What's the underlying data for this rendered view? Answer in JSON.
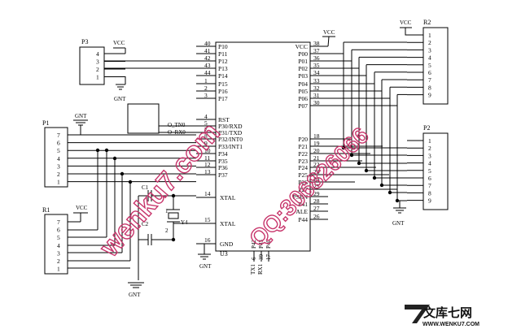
{
  "chip": {
    "ref": "U3",
    "left_pins": [
      {
        "num": "40",
        "name": "P10"
      },
      {
        "num": "41",
        "name": "P11"
      },
      {
        "num": "42",
        "name": "P12"
      },
      {
        "num": "43",
        "name": "P13"
      },
      {
        "num": "44",
        "name": "P14"
      },
      {
        "num": "1",
        "name": "P15"
      },
      {
        "num": "2",
        "name": "P16"
      },
      {
        "num": "3",
        "name": "P17"
      },
      {
        "num": "4",
        "name": "RST"
      },
      {
        "num": "5",
        "name": "P30/RXD"
      },
      {
        "num": "7",
        "name": "P31/TXD"
      },
      {
        "num": "8",
        "name": "P32/INT0"
      },
      {
        "num": "9",
        "name": "P33/INT1"
      },
      {
        "num": "10",
        "name": "P34"
      },
      {
        "num": "11",
        "name": "P35"
      },
      {
        "num": "12",
        "name": "P36"
      },
      {
        "num": "13",
        "name": "P37"
      }
    ],
    "xtal": [
      {
        "num": "14",
        "name": "XTAL"
      },
      {
        "num": "15",
        "name": "XTAL"
      },
      {
        "num": "16",
        "name": "GND"
      }
    ],
    "right_pins": [
      {
        "num": "38",
        "name": "VCC"
      },
      {
        "num": "37",
        "name": "P00"
      },
      {
        "num": "36",
        "name": "P01"
      },
      {
        "num": "35",
        "name": "P02"
      },
      {
        "num": "34",
        "name": "P03"
      },
      {
        "num": "33",
        "name": "P04"
      },
      {
        "num": "32",
        "name": "P05"
      },
      {
        "num": "31",
        "name": "P06"
      },
      {
        "num": "30",
        "name": "P07"
      },
      {
        "num": "18",
        "name": "P20"
      },
      {
        "num": "19",
        "name": "P21"
      },
      {
        "num": "20",
        "name": "P22"
      },
      {
        "num": "21",
        "name": "P23"
      },
      {
        "num": "22",
        "name": "P24"
      },
      {
        "num": "23",
        "name": "P25"
      },
      {
        "num": "24",
        "name": "P26"
      },
      {
        "num": "25",
        "name": "P27"
      },
      {
        "num": "29",
        "name": "PSEN"
      },
      {
        "num": "28",
        "name": "P41"
      },
      {
        "num": "27",
        "name": "ALE"
      },
      {
        "num": "26",
        "name": "P44"
      }
    ],
    "bottom": [
      {
        "num": "6",
        "name": "P42"
      },
      {
        "num": "39",
        "name": "P43"
      },
      {
        "num": "17",
        "name": "P40"
      }
    ],
    "bottom_nets": [
      "TX1",
      "RX1"
    ]
  },
  "connectors": {
    "P3": {
      "ref": "P3",
      "pins": [
        "4",
        "3",
        "2",
        "1"
      ]
    },
    "P1": {
      "ref": "P1",
      "pins": [
        "7",
        "6",
        "5",
        "4",
        "3",
        "2",
        "1"
      ]
    },
    "R1": {
      "ref": "R1",
      "pins": [
        "7",
        "6",
        "5",
        "4",
        "3",
        "2",
        "1"
      ]
    },
    "R2": {
      "ref": "R2",
      "pins": [
        "1",
        "2",
        "3",
        "4",
        "5",
        "6",
        "7",
        "8",
        "9"
      ]
    },
    "P2": {
      "ref": "P2",
      "pins": [
        "1",
        "2",
        "3",
        "4",
        "5",
        "6",
        "7",
        "8",
        "9"
      ]
    }
  },
  "labels": {
    "vcc": "VCC",
    "gnt": "GNT",
    "o_tn0": "O_TN0",
    "o_rx0": "O_RX0",
    "c1": "C1",
    "c2": "C2",
    "y4": "Y4",
    "y4_pin1": "1",
    "y4_pin2": "2"
  },
  "watermark": {
    "line1": "wenku7.com",
    "line2": "QQ:306826066"
  },
  "logo": {
    "cn": "文库七网",
    "url": "WWW.WENKU7.COM"
  },
  "colors": {
    "line": "#000000",
    "watermark": "#c7356b",
    "logo_red": "#d02020"
  }
}
